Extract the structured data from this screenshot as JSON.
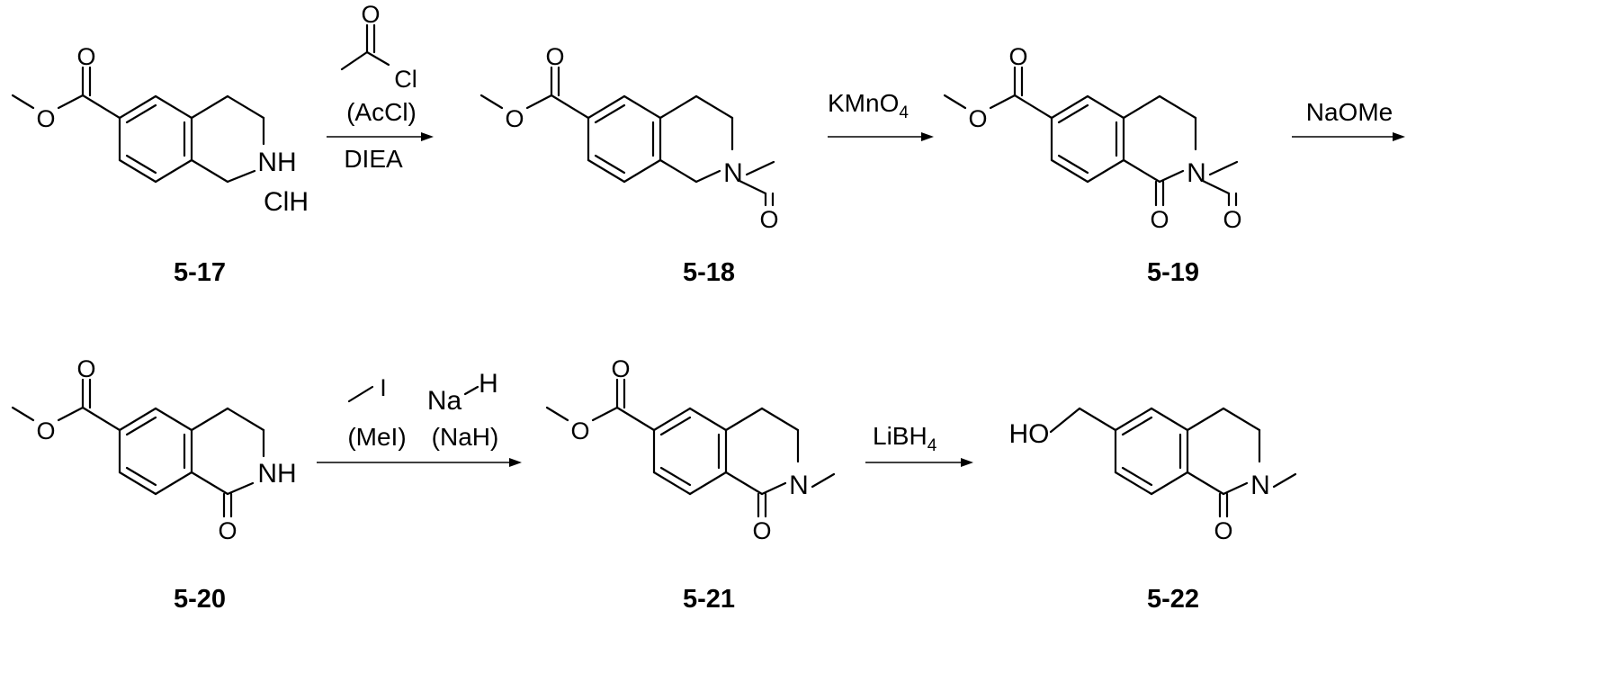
{
  "compounds": [
    {
      "id": "c517",
      "label": "5-17",
      "salt": "ClH",
      "n_label": "NH",
      "ester_o": "O",
      "carbonyl_o": "O"
    },
    {
      "id": "c518",
      "label": "5-18",
      "n_label": "N",
      "ester_o": "O",
      "carbonyl_o": "O",
      "acetyl_o": "O"
    },
    {
      "id": "c519",
      "label": "5-19",
      "n_label": "N",
      "ester_o": "O",
      "carbonyl_o": "O",
      "lactam_o": "O",
      "acetyl_o": "O"
    },
    {
      "id": "c520",
      "label": "5-20",
      "n_label": "NH",
      "ester_o": "O",
      "carbonyl_o": "O",
      "lactam_o": "O"
    },
    {
      "id": "c521",
      "label": "5-21",
      "n_label": "N",
      "ester_o": "O",
      "carbonyl_o": "O",
      "lactam_o": "O"
    },
    {
      "id": "c522",
      "label": "5-22",
      "n_label": "N",
      "alcohol": "HO",
      "lactam_o": "O"
    }
  ],
  "steps": [
    {
      "id": "step1",
      "acyl_o": "O",
      "acyl_cl": "Cl",
      "reagent_abbrev": "(AcCl)",
      "base": "DIEA"
    },
    {
      "id": "step2",
      "reagent": "KMnO",
      "reagent_sub": "4"
    },
    {
      "id": "step3",
      "reagent": "NaOMe"
    },
    {
      "id": "step4",
      "iodide": "I",
      "reagent1_abbrev": "(MeI)",
      "hydride_na": "Na",
      "hydride_h": "H",
      "reagent2_abbrev": "(NaH)"
    },
    {
      "id": "step5",
      "reagent": "LiBH",
      "reagent_sub": "4"
    }
  ]
}
